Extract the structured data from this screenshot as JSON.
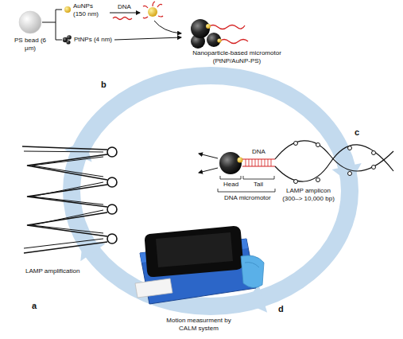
{
  "diagram": {
    "labels": [
      "PS bead (6 μm)",
      "AuNPs (150 nm)",
      "DNA",
      "PtNPs (4 nm)",
      "Nanoparticle-based micromotor (PtNP/AuNP-PS)",
      "b",
      "c",
      "DNA",
      "Head",
      "Tail",
      "DNA micromotor",
      "LAMP amplicon (300–> 10,000 bp)",
      "LAMP amplification",
      "a",
      "d",
      "Motion measurment by CALM system"
    ]
  }
}
